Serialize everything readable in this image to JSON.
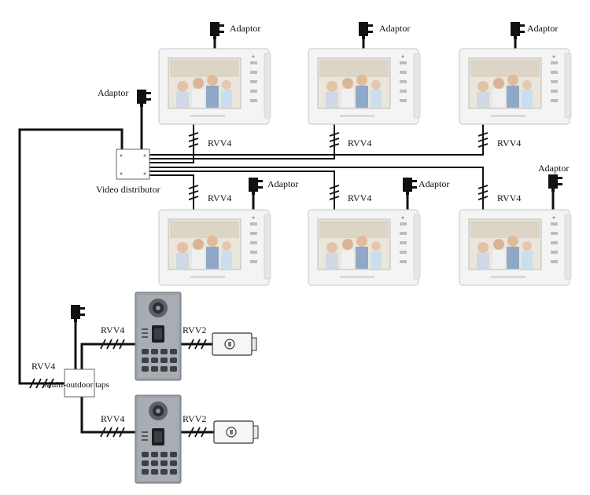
{
  "labels": {
    "adaptor": "Adaptor",
    "rvv4": "RVV4",
    "rvv2": "RVV2",
    "video_distributor": "Video distributor",
    "multi_outdoor_taps": "Multi-outdoor taps"
  },
  "colors": {
    "wire": "#111111",
    "monitor_body": "#f4f4f4",
    "monitor_edge": "#cfcfcf",
    "screen_bg": "#eae6dc",
    "panel_body": "#9aa0a6",
    "panel_edge": "#6f757b",
    "lock_body": "#f6f6f6"
  },
  "icons": {
    "adaptor": "power-adaptor-icon",
    "monitor": "indoor-monitor",
    "panel": "outdoor-camera-panel",
    "lock": "electric-lock"
  }
}
